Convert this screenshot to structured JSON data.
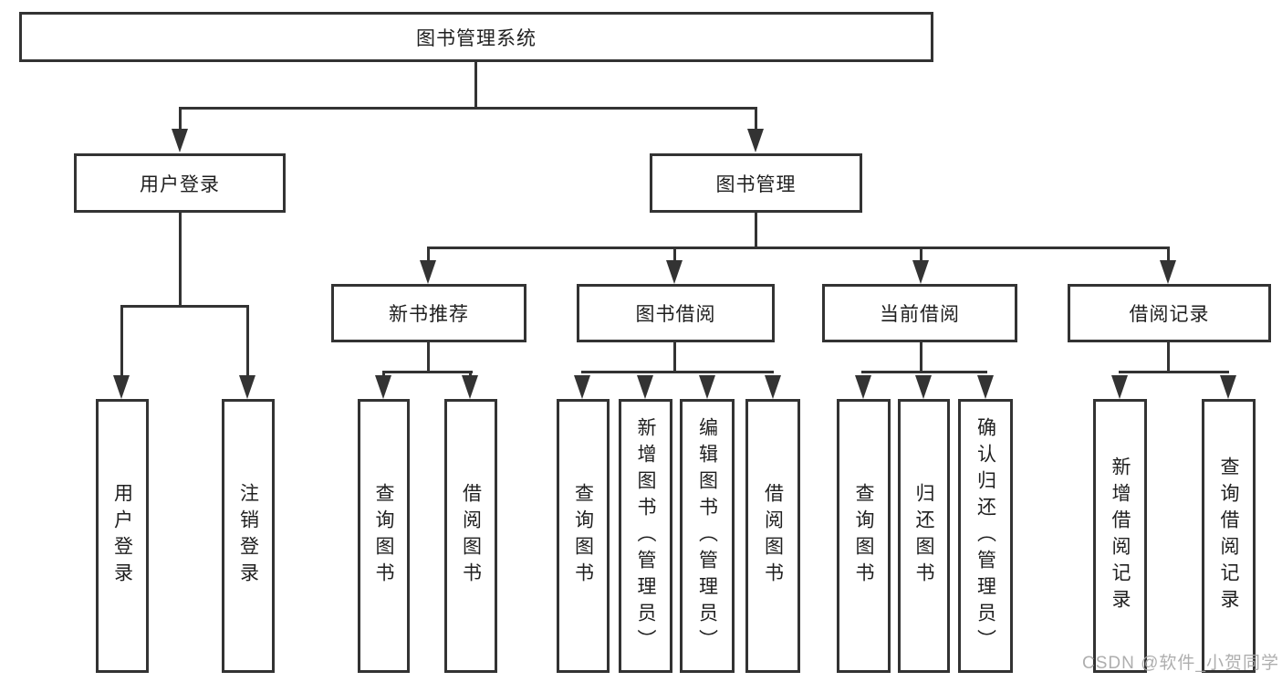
{
  "diagram_title": "图书管理系统",
  "tree": {
    "root": {
      "label": "图书管理系统"
    },
    "branches": [
      {
        "label": "用户登录",
        "children": [
          {
            "label": "用户登录"
          },
          {
            "label": "注销登录"
          }
        ]
      },
      {
        "label": "图书管理",
        "children": [
          {
            "label": "新书推荐",
            "children": [
              {
                "label": "查询图书"
              },
              {
                "label": "借阅图书"
              }
            ]
          },
          {
            "label": "图书借阅",
            "children": [
              {
                "label": "查询图书"
              },
              {
                "label": "新增图书（管理员）"
              },
              {
                "label": "编辑图书（管理员）"
              },
              {
                "label": "借阅图书"
              }
            ]
          },
          {
            "label": "当前借阅",
            "children": [
              {
                "label": "查询图书"
              },
              {
                "label": "归还图书"
              },
              {
                "label": "确认归还（管理员）"
              }
            ]
          },
          {
            "label": "借阅记录",
            "children": [
              {
                "label": "新增借阅记录"
              },
              {
                "label": "查询借阅记录"
              }
            ]
          }
        ]
      }
    ]
  },
  "watermark": {
    "text": "CSDN @软件_小贺同学"
  },
  "colors": {
    "line": "#333333",
    "text": "#1f1f1f",
    "background": "#ffffff",
    "watermark": "#a8a8a8"
  }
}
